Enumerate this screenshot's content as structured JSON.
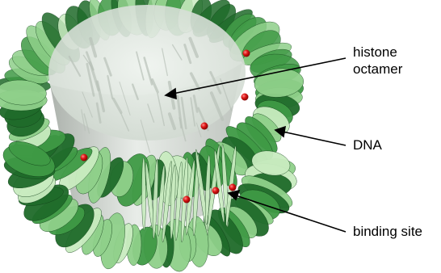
{
  "labels": {
    "histone_line1": "histone",
    "histone_line2": "octamer",
    "dna": "DNA",
    "binding_site": "binding site"
  },
  "colors": {
    "dna_dark": "#1f6b2a",
    "dna_mid": "#3f9a45",
    "dna_light": "#8fd08a",
    "dna_pale": "#c9ecc0",
    "histone_surface": "#dfe6df",
    "histone_shade": "#a7aea7",
    "binding_site": "#d01010",
    "pointer": "#000000"
  },
  "icons": {
    "binding_site_marker": "red-sphere-icon"
  }
}
